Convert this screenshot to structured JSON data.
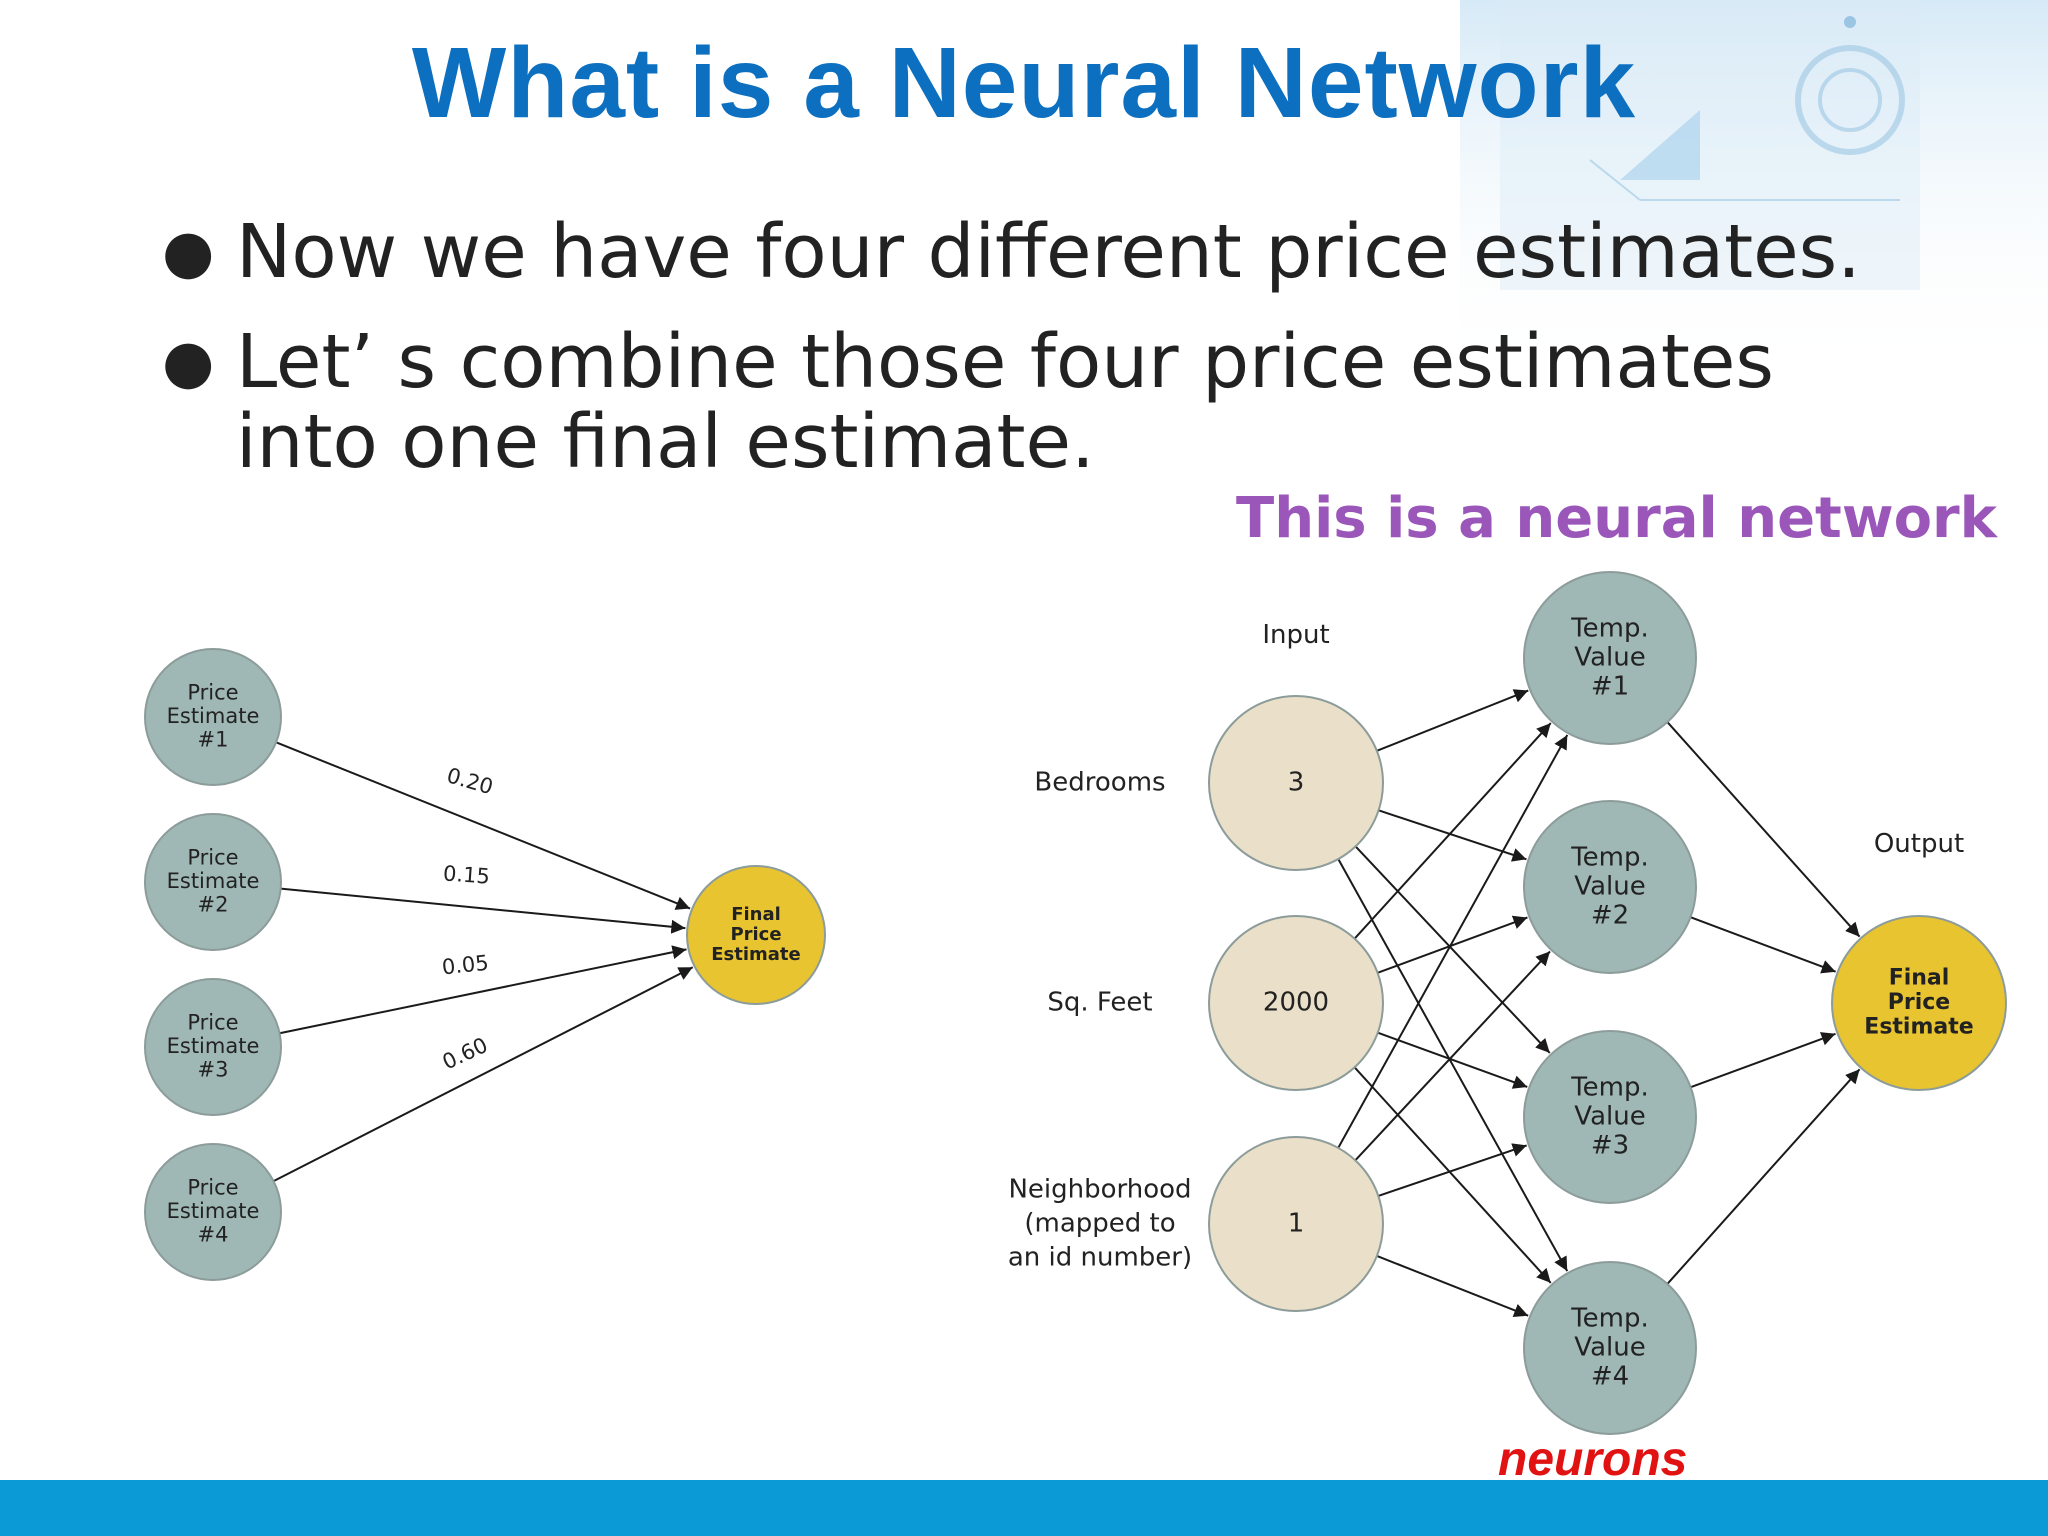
{
  "slide": {
    "title": "What is a Neural Network",
    "bullets": [
      "Now we have four different price estimates.",
      "Let’ s combine those four price estimates into one final estimate."
    ],
    "annotation": "This is a neural network",
    "neurons_label": "neurons"
  },
  "left_diagram": {
    "inputs": [
      {
        "lines": [
          "Price",
          "Estimate",
          "#1"
        ],
        "weight": "0.20"
      },
      {
        "lines": [
          "Price",
          "Estimate",
          "#2"
        ],
        "weight": "0.15"
      },
      {
        "lines": [
          "Price",
          "Estimate",
          "#3"
        ],
        "weight": "0.05"
      },
      {
        "lines": [
          "Price",
          "Estimate",
          "#4"
        ],
        "weight": "0.60"
      }
    ],
    "output": {
      "lines": [
        "Final",
        "Price",
        "Estimate"
      ]
    }
  },
  "right_diagram": {
    "input_header": "Input",
    "output_header": "Output",
    "inputs": [
      {
        "label_lines": [
          "Bedrooms"
        ],
        "value": "3"
      },
      {
        "label_lines": [
          "Sq. Feet"
        ],
        "value": "2000"
      },
      {
        "label_lines": [
          "Neighborhood",
          "(mapped to",
          "an id number)"
        ],
        "value": "1"
      }
    ],
    "hidden": [
      {
        "lines": [
          "Temp.",
          "Value",
          "#1"
        ]
      },
      {
        "lines": [
          "Temp.",
          "Value",
          "#2"
        ]
      },
      {
        "lines": [
          "Temp.",
          "Value",
          "#3"
        ]
      },
      {
        "lines": [
          "Temp.",
          "Value",
          "#4"
        ]
      }
    ],
    "output": {
      "lines": [
        "Final",
        "Price",
        "Estimate"
      ]
    }
  },
  "colors": {
    "title": "#0d6fbf",
    "estimate_node": "#9fb8b5",
    "final_node": "#e8c430",
    "input_node": "#eadfc8",
    "annotation": "#9a56b8",
    "neurons": "#e01212",
    "bottom_bar": "#0b9ad6"
  }
}
